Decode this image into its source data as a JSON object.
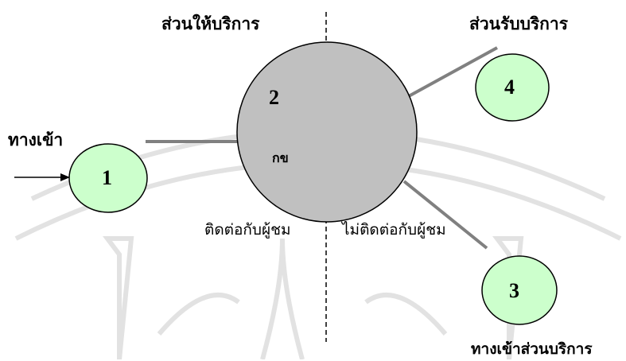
{
  "labels": {
    "service_side": "ส่วนให้บริการ",
    "receive_side": "ส่วนรับบริการ",
    "entrance": "ทางเข้า",
    "contact_public": "ติดต่อกับผู้ชม",
    "no_contact_public": "ไม่ติดต่อกับผู้ชม",
    "service_entrance": "ทางเข้าส่วนบริการ",
    "center_short": "กข"
  },
  "nodes": {
    "n1": "1",
    "n2": "2",
    "n3": "3",
    "n4": "4"
  },
  "colors": {
    "small_circle_fill": "#ccffcc",
    "big_circle_fill": "#c0c0c0",
    "connector": "#808080",
    "watermark": "#e0e0e0"
  }
}
